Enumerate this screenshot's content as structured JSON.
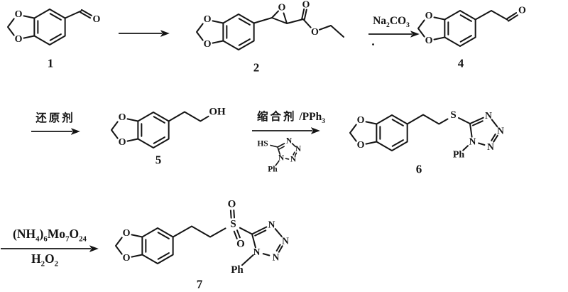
{
  "colors": {
    "background": "#ffffff",
    "ink": "#141414"
  },
  "atoms": {
    "oxygen": "O",
    "hydroxyl": "OH",
    "thiol": "HS",
    "sulfur": "S",
    "nitrogen": "N",
    "phenyl": "Ph"
  },
  "compounds": [
    {
      "number": "1"
    },
    {
      "number": "2"
    },
    {
      "number": "4"
    },
    {
      "number": "5"
    },
    {
      "number": "6"
    },
    {
      "number": "7"
    }
  ],
  "reagents": {
    "step2_above": [
      {
        "t": "Na"
      },
      {
        "t": "2",
        "sub": true
      },
      {
        "t": "CO"
      },
      {
        "t": "3",
        "sub": true
      }
    ],
    "step3_above": [
      {
        "t": "还原剂",
        "sp": true
      }
    ],
    "step4_above": [
      {
        "t": "缩合剂",
        "sp": true
      },
      {
        "t": " /PPh"
      },
      {
        "t": "3",
        "sub": true
      }
    ],
    "step5_above": [
      {
        "t": "(NH"
      },
      {
        "t": "4",
        "sub": true
      },
      {
        "t": ")"
      },
      {
        "t": "6",
        "sub": true
      },
      {
        "t": "Mo"
      },
      {
        "t": "7",
        "sub": true
      },
      {
        "t": "O"
      },
      {
        "t": "24",
        "sub": true
      }
    ],
    "step5_below": [
      {
        "t": "H"
      },
      {
        "t": "2",
        "sub": true
      },
      {
        "t": "O"
      },
      {
        "t": "2",
        "sub": true
      }
    ]
  }
}
